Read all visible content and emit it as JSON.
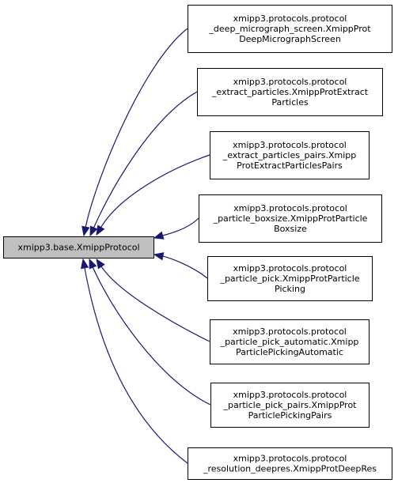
{
  "base_class": {
    "lines": [
      "xmipp3.base.XmippProtocol"
    ]
  },
  "derived_classes": [
    {
      "lines": [
        "xmipp3.protocols.protocol",
        "_deep_micrograph_screen.XmippProt",
        "DeepMicrographScreen"
      ]
    },
    {
      "lines": [
        "xmipp3.protocols.protocol",
        "_extract_particles.XmippProtExtract",
        "Particles"
      ]
    },
    {
      "lines": [
        "xmipp3.protocols.protocol",
        "_extract_particles_pairs.Xmipp",
        "ProtExtractParticlesPairs"
      ]
    },
    {
      "lines": [
        "xmipp3.protocols.protocol",
        "_particle_boxsize.XmippProtParticle",
        "Boxsize"
      ]
    },
    {
      "lines": [
        "xmipp3.protocols.protocol",
        "_particle_pick.XmippProtParticle",
        "Picking"
      ]
    },
    {
      "lines": [
        "xmipp3.protocols.protocol",
        "_particle_pick_automatic.Xmipp",
        "ParticlePickingAutomatic"
      ]
    },
    {
      "lines": [
        "xmipp3.protocols.protocol",
        "_particle_pick_pairs.XmippProt",
        "ParticlePickingPairs"
      ]
    },
    {
      "lines": [
        "xmipp3.protocols.protocol",
        "_resolution_deepres.XmippProtDeepRes"
      ]
    }
  ],
  "colors": {
    "edge": "#191970",
    "base_fill": "#bfbfbf",
    "node_fill": "#ffffff",
    "border": "#000000"
  }
}
